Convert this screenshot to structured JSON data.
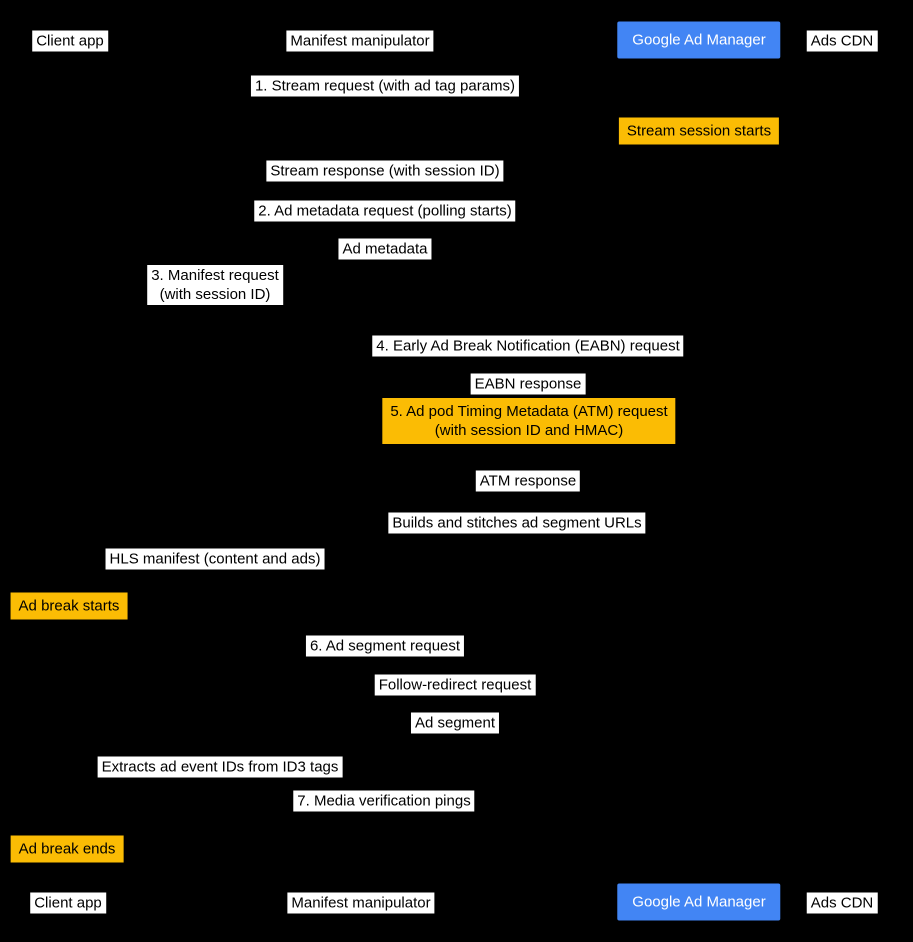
{
  "diagram": {
    "type": "sequence-diagram",
    "description": "Dynamic Ad Insertion stream lifecycle sequence"
  },
  "colors": {
    "background": "#000000",
    "label_bg": "#ffffff",
    "label_text": "#000000",
    "note_bg": "#fbbc04",
    "gam_bg": "#4285f4",
    "gam_text": "#ffffff"
  },
  "participants": [
    {
      "label": "Client app"
    },
    {
      "label": "Manifest manipulator"
    },
    {
      "label": "Google Ad Manager"
    },
    {
      "label": "Ads CDN"
    }
  ],
  "messages": [
    {
      "label": "1. Stream request (with ad tag params)",
      "kind": "message"
    },
    {
      "label": "Stream session starts",
      "kind": "note"
    },
    {
      "label": "Stream response (with session ID)",
      "kind": "message"
    },
    {
      "label": "2. Ad metadata request (polling starts)",
      "kind": "message"
    },
    {
      "label": "Ad metadata",
      "kind": "message"
    },
    {
      "label": "3. Manifest request\n(with session ID)",
      "kind": "message"
    },
    {
      "label": "4. Early Ad Break Notification (EABN) request",
      "kind": "message"
    },
    {
      "label": "EABN response",
      "kind": "message"
    },
    {
      "label": "5. Ad pod Timing Metadata (ATM) request\n(with session ID and HMAC)",
      "kind": "note"
    },
    {
      "label": "ATM response",
      "kind": "message"
    },
    {
      "label": "Builds and stitches ad segment URLs",
      "kind": "self-note"
    },
    {
      "label": "HLS manifest (content and ads)",
      "kind": "message"
    },
    {
      "label": "Ad break starts",
      "kind": "note"
    },
    {
      "label": "6. Ad segment request",
      "kind": "message"
    },
    {
      "label": "Follow-redirect request",
      "kind": "message"
    },
    {
      "label": "Ad segment",
      "kind": "message"
    },
    {
      "label": "Extracts ad event IDs from ID3 tags",
      "kind": "self-note"
    },
    {
      "label": "7. Media verification pings",
      "kind": "message"
    },
    {
      "label": "Ad break ends",
      "kind": "note"
    }
  ]
}
